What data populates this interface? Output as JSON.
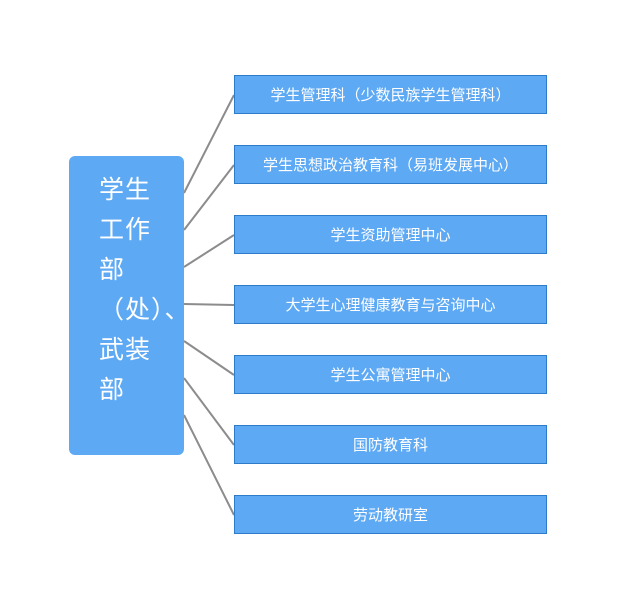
{
  "root": {
    "label": "学生工作部（处）、武装部"
  },
  "children": [
    {
      "label": "学生管理科（少数民族学生管理科）"
    },
    {
      "label": "学生思想政治教育科（易班发展中心）"
    },
    {
      "label": "学生资助管理中心"
    },
    {
      "label": "大学生心理健康教育与咨询中心"
    },
    {
      "label": "学生公寓管理中心"
    },
    {
      "label": "国防教育科"
    },
    {
      "label": "劳动教研室"
    }
  ],
  "colors": {
    "box_fill": "#5ea9f4",
    "box_border": "#2e7bc9",
    "connector": "#8c8c8c",
    "text": "#ffffff"
  }
}
